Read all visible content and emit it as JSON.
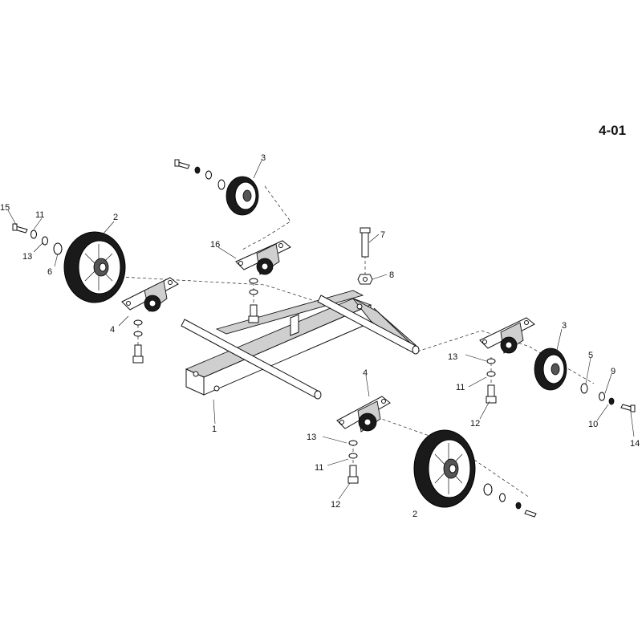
{
  "page_ref": "4-01",
  "callouts": {
    "c1": "1",
    "c2a": "2",
    "c2b": "2",
    "c3a": "3",
    "c3b": "3",
    "c4a": "4",
    "c4b": "4",
    "c5": "5",
    "c6": "6",
    "c7": "7",
    "c8": "8",
    "c9": "9",
    "c10": "10",
    "c11a": "11",
    "c11b": "11",
    "c11c": "11",
    "c12a": "12",
    "c12b": "12",
    "c13a": "13",
    "c13b": "13",
    "c13c": "13",
    "c14": "14",
    "c15": "15",
    "c16": "16"
  }
}
